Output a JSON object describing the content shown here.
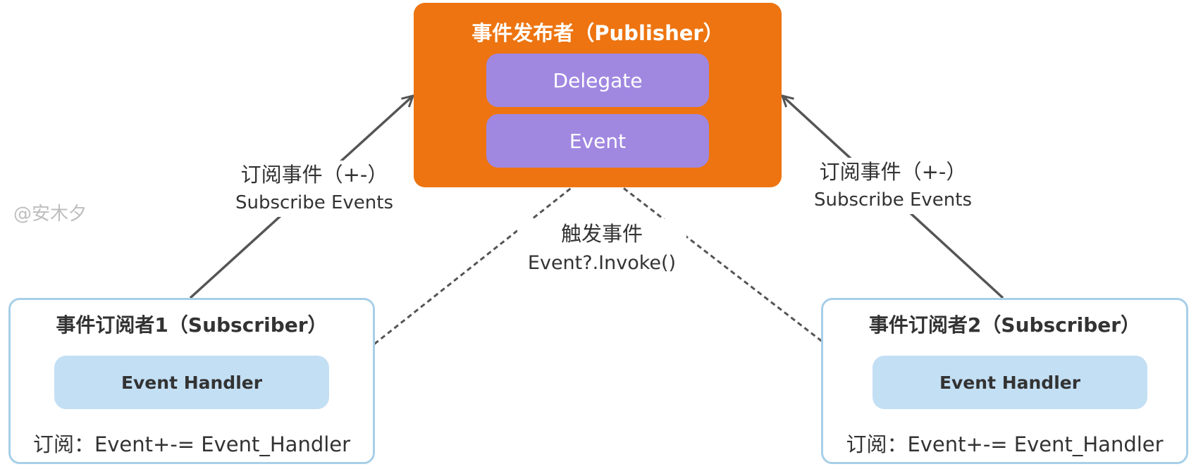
{
  "publisher": {
    "title": "事件发布者（Publisher）",
    "delegate_label": "Delegate",
    "event_label": "Event",
    "color": "#ED7410",
    "pill_color": "#A088E1"
  },
  "subscribers": [
    {
      "title": "事件订阅者1（Subscriber）",
      "handler_label": "Event Handler",
      "subscribe_code": "订阅：Event+-= Event_Handler"
    },
    {
      "title": "事件订阅者2（Subscriber）",
      "handler_label": "Event Handler",
      "subscribe_code": "订阅：Event+-= Event_Handler"
    }
  ],
  "edges": {
    "subscribe_left": {
      "label_zh": "订阅事件（+-）",
      "label_en": "Subscribe Events"
    },
    "subscribe_right": {
      "label_zh": "订阅事件（+-）",
      "label_en": "Subscribe Events"
    },
    "trigger": {
      "label_zh": "触发事件",
      "label_en": "Event?.Invoke()"
    }
  },
  "watermark": "@安木夕",
  "colors": {
    "subscriber_border": "#A7CFE8",
    "handler_fill": "#C3DFF4",
    "arrow": "#555555"
  }
}
